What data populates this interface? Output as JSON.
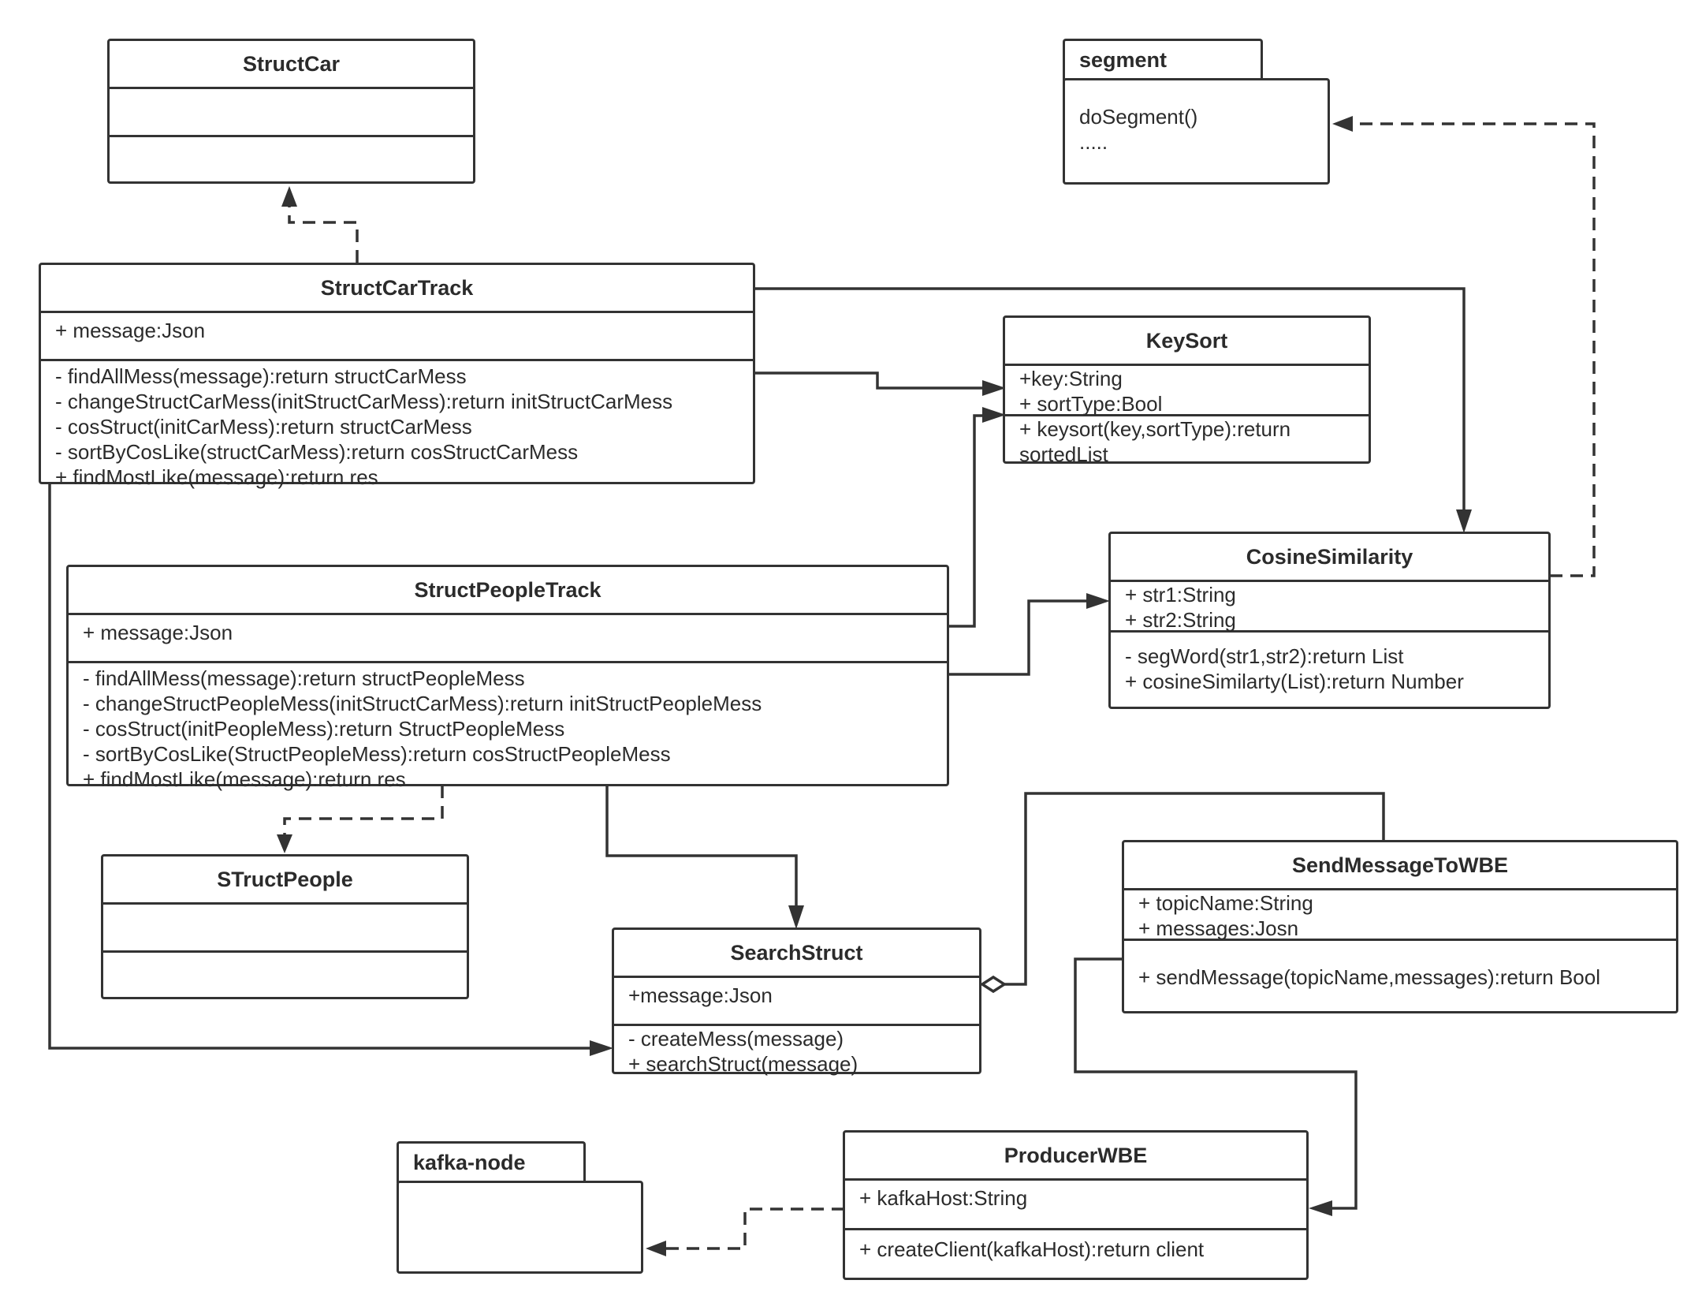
{
  "classes": {
    "struct_car": {
      "name": "StructCar"
    },
    "struct_car_track": {
      "name": "StructCarTrack",
      "attributes": [
        "+ message:Json"
      ],
      "operations": [
        "- findAllMess(message):return structCarMess",
        "- changeStructCarMess(initStructCarMess):return initStructCarMess",
        "- cosStruct(initCarMess):return structCarMess",
        "- sortByCosLike(structCarMess):return cosStructCarMess",
        "+ findMostLike(message):return res"
      ]
    },
    "key_sort": {
      "name": "KeySort",
      "attributes": [
        "+key:String",
        "+ sortType:Bool"
      ],
      "operations": [
        "+ keysort(key,sortType):return",
        "sortedList"
      ]
    },
    "cosine_similarity": {
      "name": "CosineSimilarity",
      "attributes": [
        "+ str1:String",
        "+ str2:String"
      ],
      "operations": [
        "- segWord(str1,str2):return List",
        "+ cosineSimilarty(List):return Number"
      ]
    },
    "struct_people_track": {
      "name": "StructPeopleTrack",
      "attributes": [
        "+ message:Json"
      ],
      "operations": [
        "- findAllMess(message):return structPeopleMess",
        "- changeStructPeopleMess(initStructCarMess):return initStructPeopleMess",
        "- cosStruct(initPeopleMess):return StructPeopleMess",
        "- sortByCosLike(StructPeopleMess):return cosStructPeopleMess",
        "+ findMostLike(message):return res"
      ]
    },
    "struct_people": {
      "name": "STructPeople"
    },
    "search_struct": {
      "name": "SearchStruct",
      "attributes": [
        "+message:Json"
      ],
      "operations": [
        "- createMess(message)",
        "+ searchStruct(message)"
      ]
    },
    "send_message": {
      "name": "SendMessageToWBE",
      "attributes": [
        "+ topicName:String",
        "+ messages:Josn"
      ],
      "operations": [
        "+ sendMessage(topicName,messages):return Bool"
      ]
    },
    "producer": {
      "name": "ProducerWBE",
      "attributes": [
        "+ kafkaHost:String"
      ],
      "operations": [
        "+ createClient(kafkaHost):return client"
      ]
    }
  },
  "packages": {
    "segment": {
      "name": "segment",
      "lines": [
        "doSegment()",
        "....."
      ]
    },
    "kafka_node": {
      "name": "kafka-node",
      "lines": []
    }
  },
  "colors": {
    "stroke": "#333333",
    "text": "#2b2b2b",
    "background": "#ffffff"
  }
}
